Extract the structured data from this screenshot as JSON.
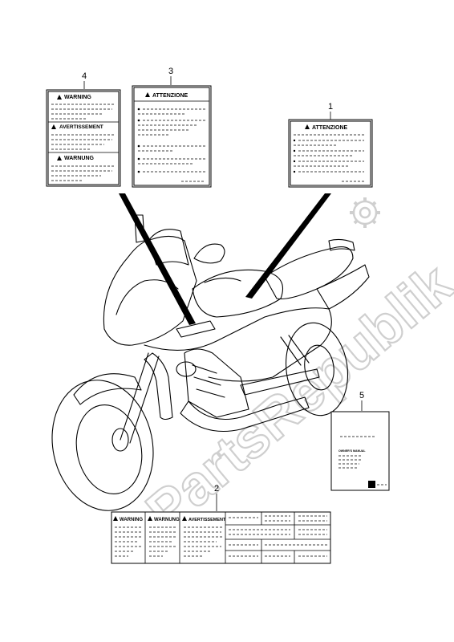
{
  "watermark": {
    "text": "PartsRepublik",
    "icon": "gear-icon"
  },
  "callouts": [
    {
      "number": "1",
      "label_text": "ATTENZIONE"
    },
    {
      "number": "2",
      "label_texts": [
        "WARNING",
        "WARNUNG",
        "AVERTISSEMENT"
      ]
    },
    {
      "number": "3",
      "label_text": "ATTENZIONE"
    },
    {
      "number": "4",
      "label_texts": [
        "WARNING",
        "AVERTISSEMENT",
        "WARNUNG"
      ]
    },
    {
      "number": "5",
      "label_text": "OWNER'S MANUAL"
    }
  ]
}
